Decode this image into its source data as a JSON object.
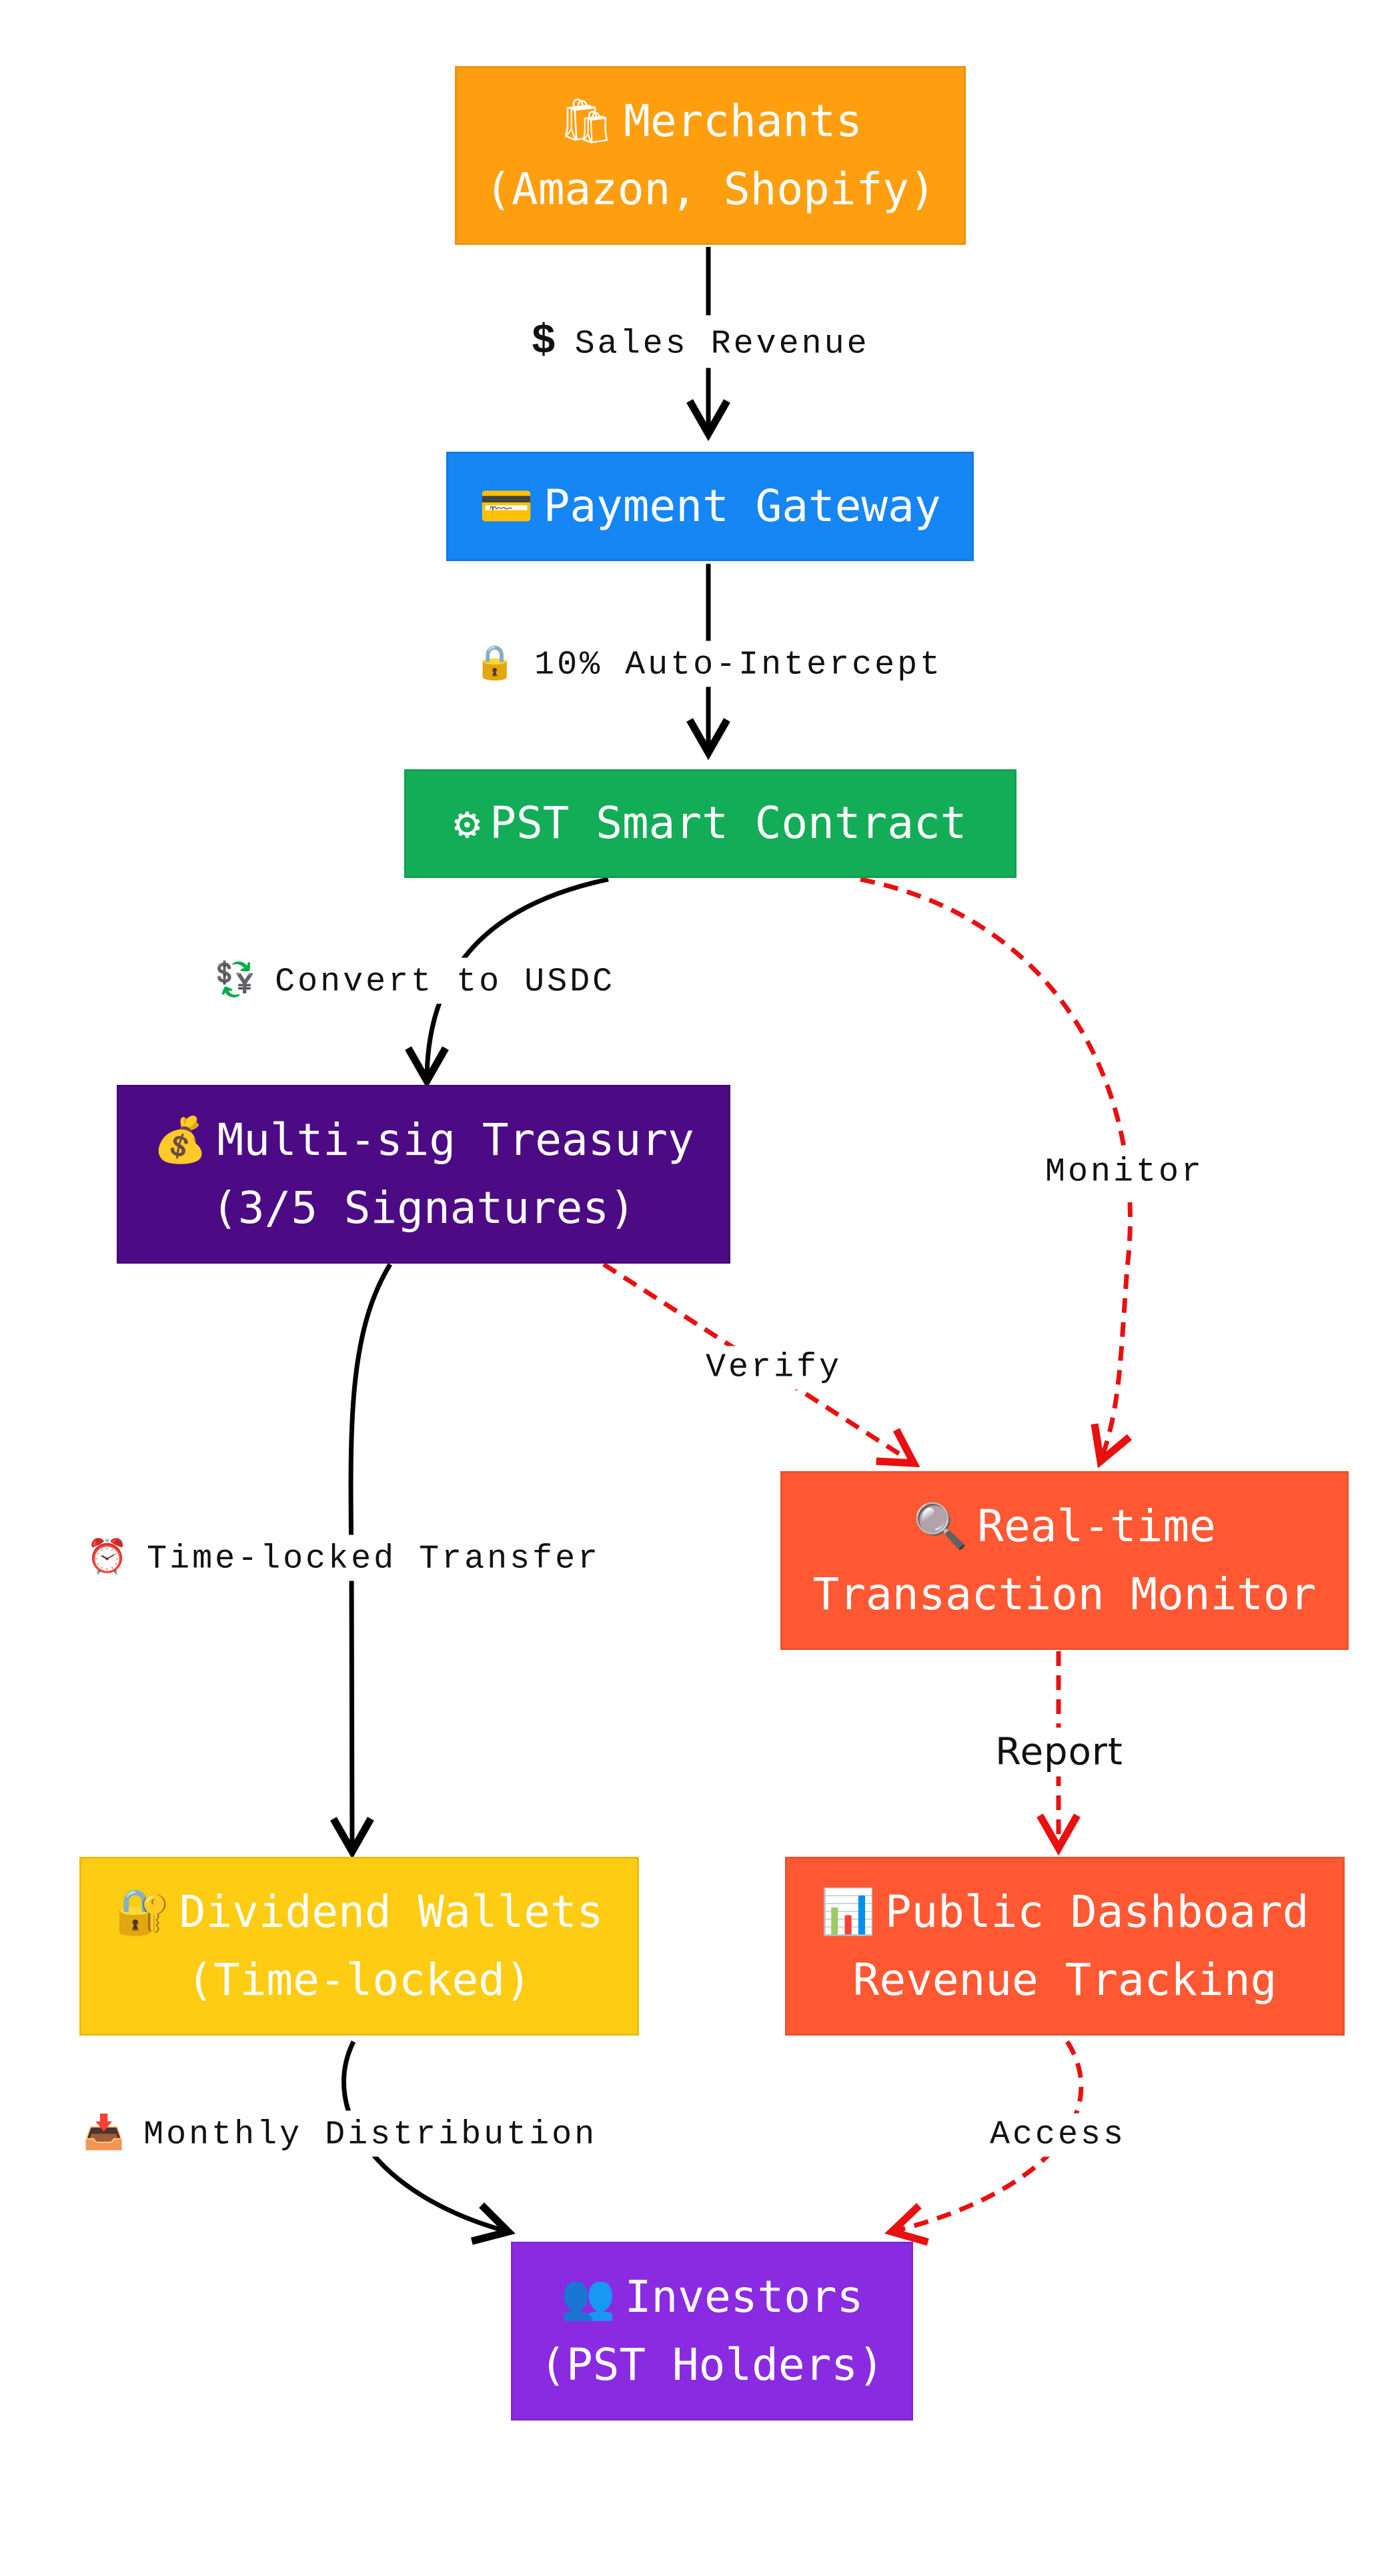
{
  "colors": {
    "merchants": "#FF9F10",
    "gateway": "#1586F3",
    "contract": "#13AD57",
    "treasury": "#4C0A84",
    "monitor": "#FF5833",
    "wallets": "#FDCC13",
    "dashboard": "#FF5833",
    "investors": "#8A2BE2",
    "solid_edge": "#000000",
    "dashed_edge": "#E81010"
  },
  "nodes": {
    "merchants": {
      "icon": "shopping-bags-icon",
      "glyph": "🛍",
      "line1": "Merchants",
      "line2": "(Amazon, Shopify)"
    },
    "gateway": {
      "icon": "credit-card-icon",
      "glyph": "💳",
      "line1": "Payment Gateway"
    },
    "contract": {
      "icon": "gear-icon",
      "glyph": "⚙",
      "line1": "PST Smart Contract"
    },
    "treasury": {
      "icon": "money-bag-icon",
      "glyph": "💰",
      "line1": "Multi-sig Treasury",
      "line2": "(3/5 Signatures)"
    },
    "monitor": {
      "icon": "magnifier-icon",
      "glyph": "🔍",
      "line1": "Real-time",
      "line2": "Transaction Monitor"
    },
    "wallets": {
      "icon": "lock-with-key-icon",
      "glyph": "🔐",
      "line1": "Dividend Wallets",
      "line2": "(Time-locked)"
    },
    "dashboard": {
      "icon": "bar-chart-icon",
      "glyph": "📊",
      "line1": "Public Dashboard",
      "line2": "Revenue Tracking"
    },
    "investors": {
      "icon": "people-icon",
      "glyph": "👥",
      "line1": "Investors",
      "line2": "(PST Holders)"
    }
  },
  "edges": {
    "sales": {
      "icon": "dollar-icon",
      "glyph": "$",
      "label": "Sales Revenue"
    },
    "intercept": {
      "icon": "lock-icon",
      "glyph": "🔒",
      "label": "10% Auto-Intercept"
    },
    "convert": {
      "icon": "currency-exchange-icon",
      "glyph": "💱",
      "label": "Convert to USDC"
    },
    "monitor": {
      "label": "Monitor"
    },
    "verify": {
      "label": "Verify"
    },
    "timelock": {
      "icon": "alarm-clock-icon",
      "glyph": "⏰",
      "label": "Time-locked Transfer"
    },
    "report": {
      "label": "Report"
    },
    "distribution": {
      "icon": "inbox-tray-icon",
      "glyph": "📥",
      "label": "Monthly Distribution"
    },
    "access": {
      "label": "Access"
    }
  }
}
